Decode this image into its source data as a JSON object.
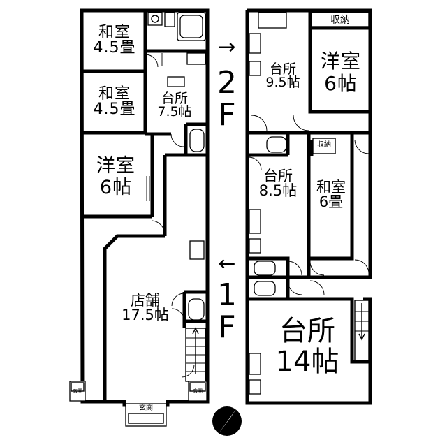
{
  "floor2": {
    "washitsu_a": "和室\n4.5畳",
    "washitsu_b": "和室\n4.5畳",
    "yoshitsu": "洋室\n6帖",
    "daidokoro": "台所\n7.5帖"
  },
  "floor2_right": {
    "storage": "収納",
    "daidokoro": "台所\n9.5帖",
    "yoshitsu": "洋室\n6帖"
  },
  "floor1_right": {
    "storage": "収納",
    "daidokoro": "台所\n8.5帖",
    "washitsu": "和室\n6畳",
    "daidokoro_large": "台所\n14帖"
  },
  "floor1_left": {
    "shop": "店舗\n17.5帖",
    "entrance_main": "玄関",
    "entrance_left": "玄関",
    "entrance_right": "玄関"
  },
  "floor_labels": {
    "upper": "2\nF",
    "lower": "1\nF"
  },
  "arrows": {
    "upper": "→",
    "lower": "←"
  },
  "compass_icon": "north-arrow"
}
